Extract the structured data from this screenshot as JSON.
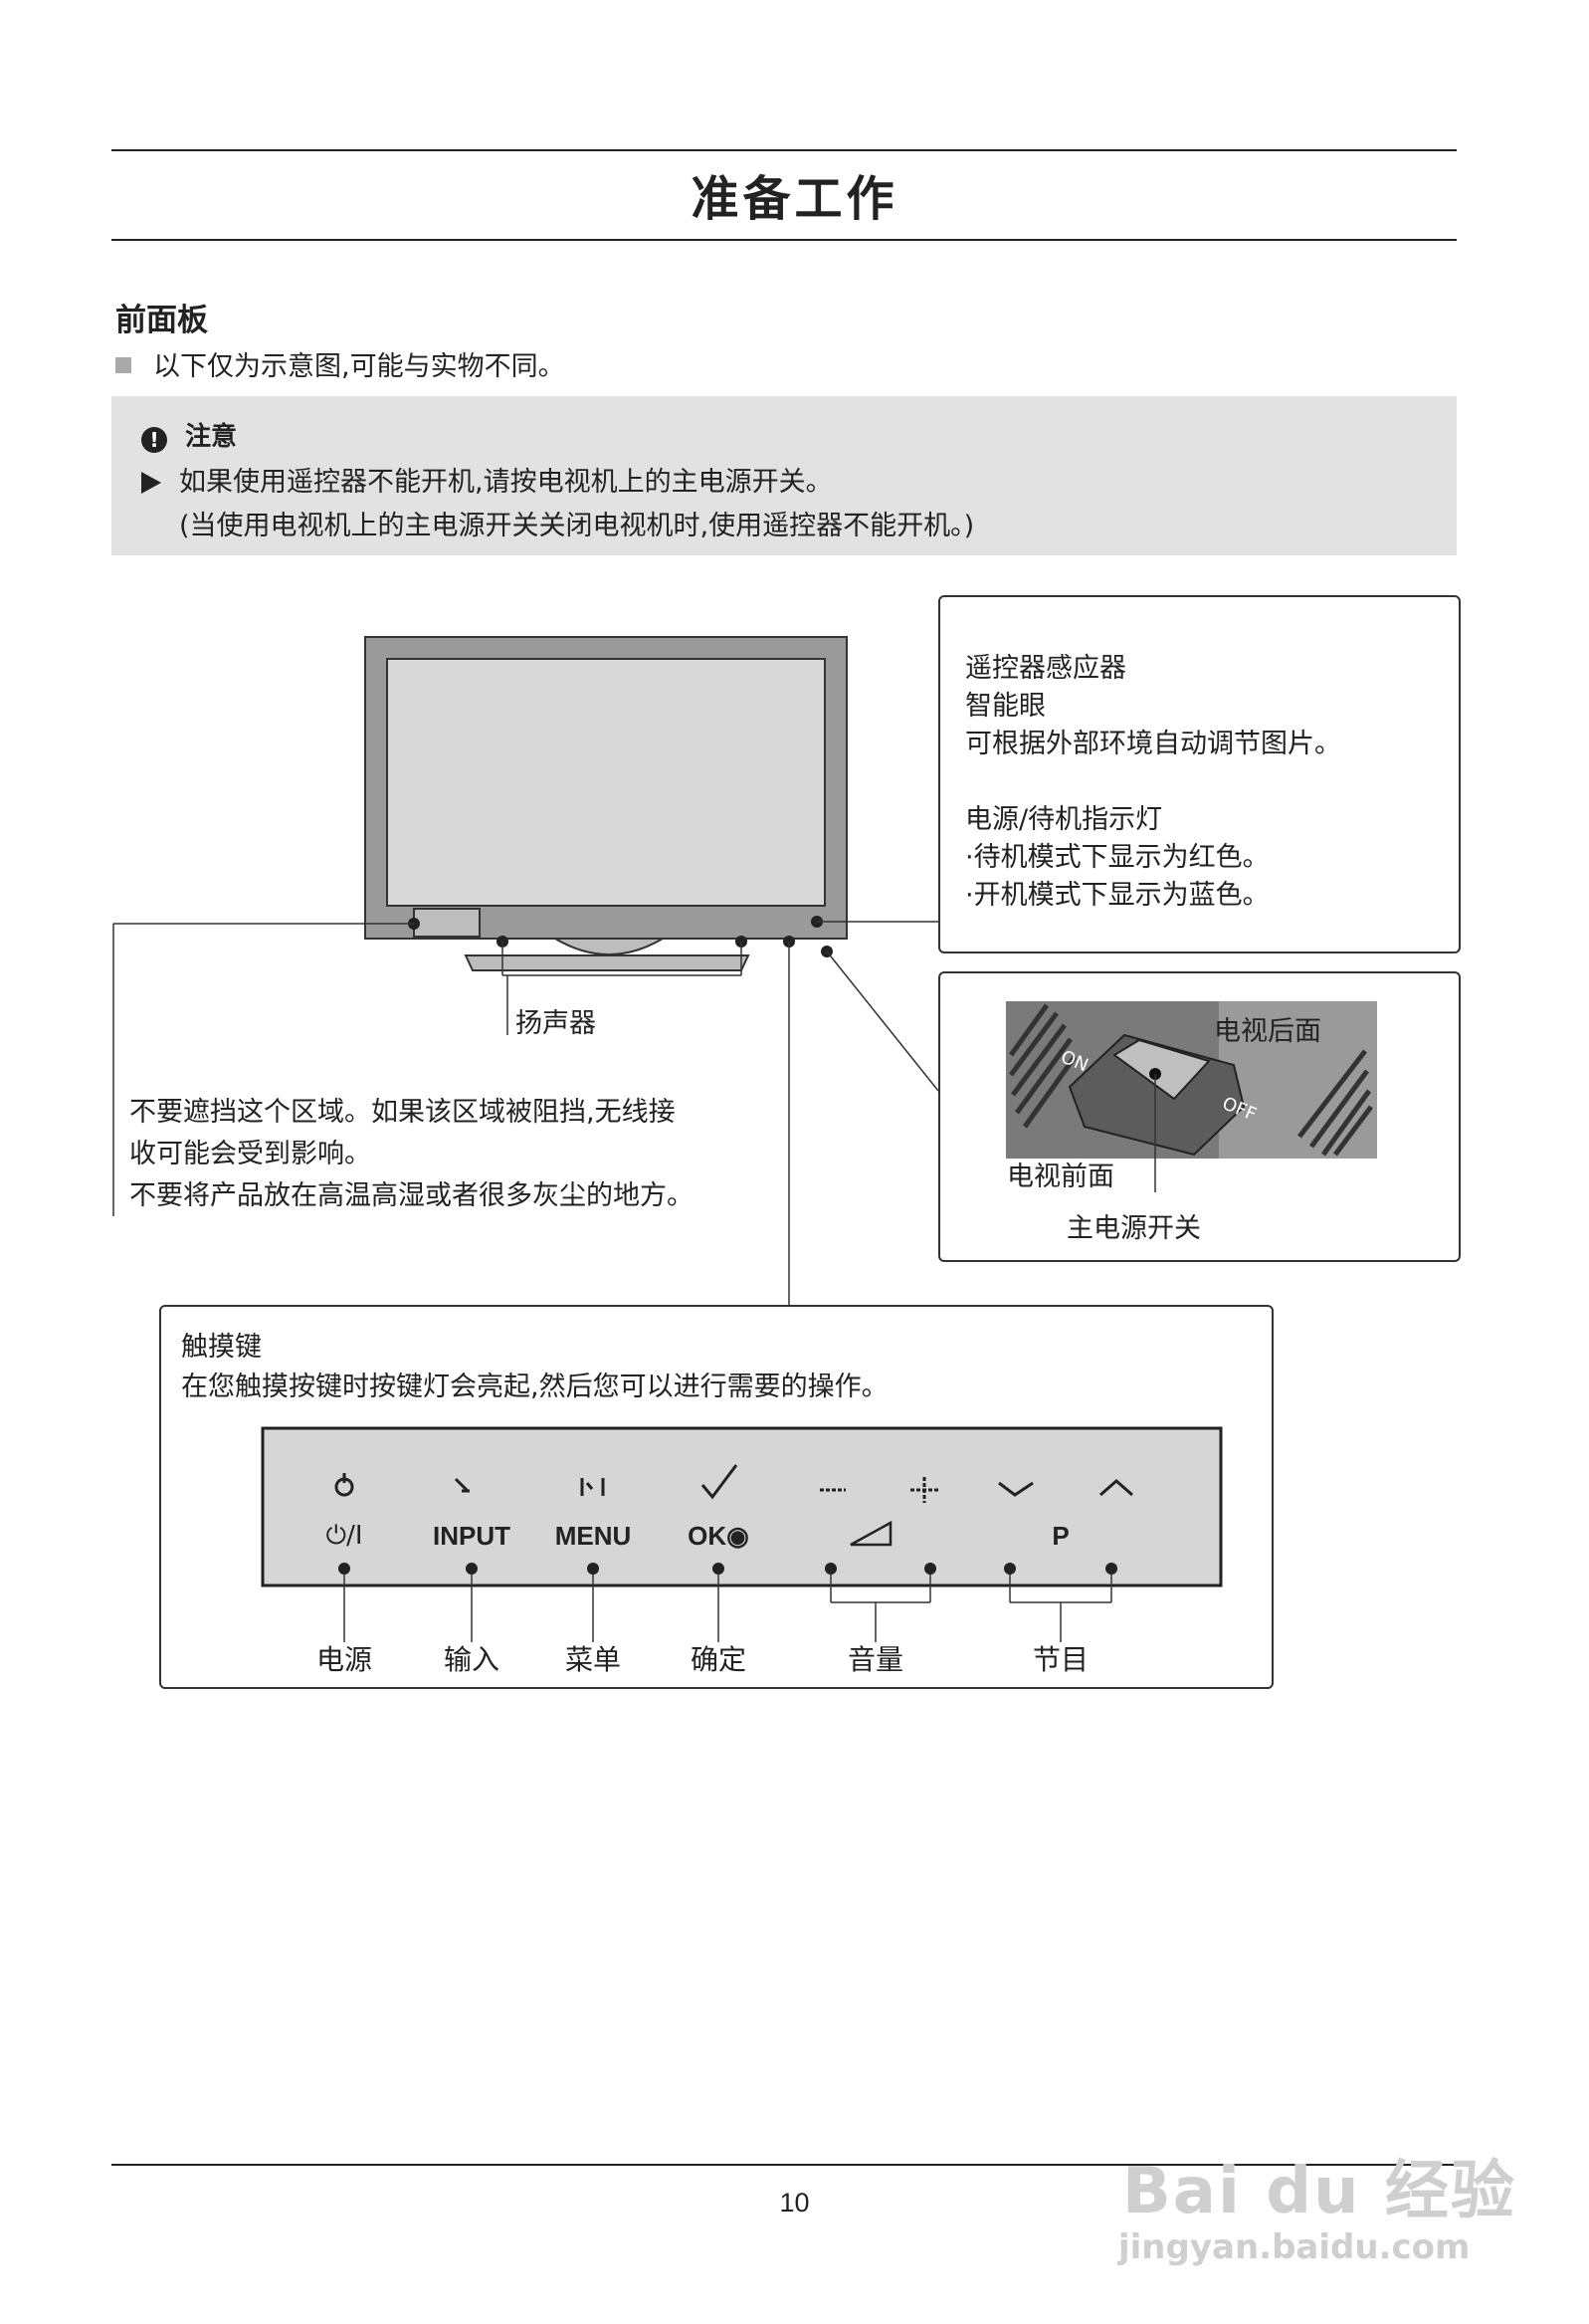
{
  "page": {
    "title": "准备工作",
    "section_title": "前面板",
    "bullet_text": "以下仅为示意图,可能与实物不同。",
    "page_number": "10"
  },
  "note": {
    "heading": "注意",
    "line1": "如果使用遥控器不能开机,请按电视机上的主电源开关。",
    "line2": "(当使用电视机上的主电源开关关闭电视机时,使用遥控器不能开机。)"
  },
  "sensor_box": {
    "line1": "遥控器感应器",
    "line2": "智能眼",
    "line3": "可根据外部环境自动调节图片。",
    "line4": "电源/待机指示灯",
    "line5": "·待机模式下显示为红色。",
    "line6": "·开机模式下显示为蓝色。"
  },
  "switch_box": {
    "back_label": "电视后面",
    "front_label": "电视前面",
    "switch_label": "主电源开关",
    "on_text": "ON",
    "off_text": "OFF"
  },
  "speaker_label": "扬声器",
  "warning": {
    "line1": "不要遮挡这个区域。如果该区域被阻挡,无线接",
    "line2": "收可能会受到影响。",
    "line3": "不要将产品放在高温高湿或者很多灰尘的地方。"
  },
  "touch": {
    "title": "触摸键",
    "desc": "在您触摸按键时按键灯会亮起,然后您可以进行需要的操作。",
    "keys": {
      "power": "⏻/I",
      "input": "INPUT",
      "menu": "MENU",
      "ok": "OK◉",
      "p": "P"
    },
    "labels": {
      "power": "电源",
      "input": "输入",
      "menu": "菜单",
      "ok": "确定",
      "volume": "音量",
      "program": "节目"
    }
  },
  "watermark": {
    "brand": "Bai du 经验",
    "url": "jingyan.baidu.com"
  }
}
